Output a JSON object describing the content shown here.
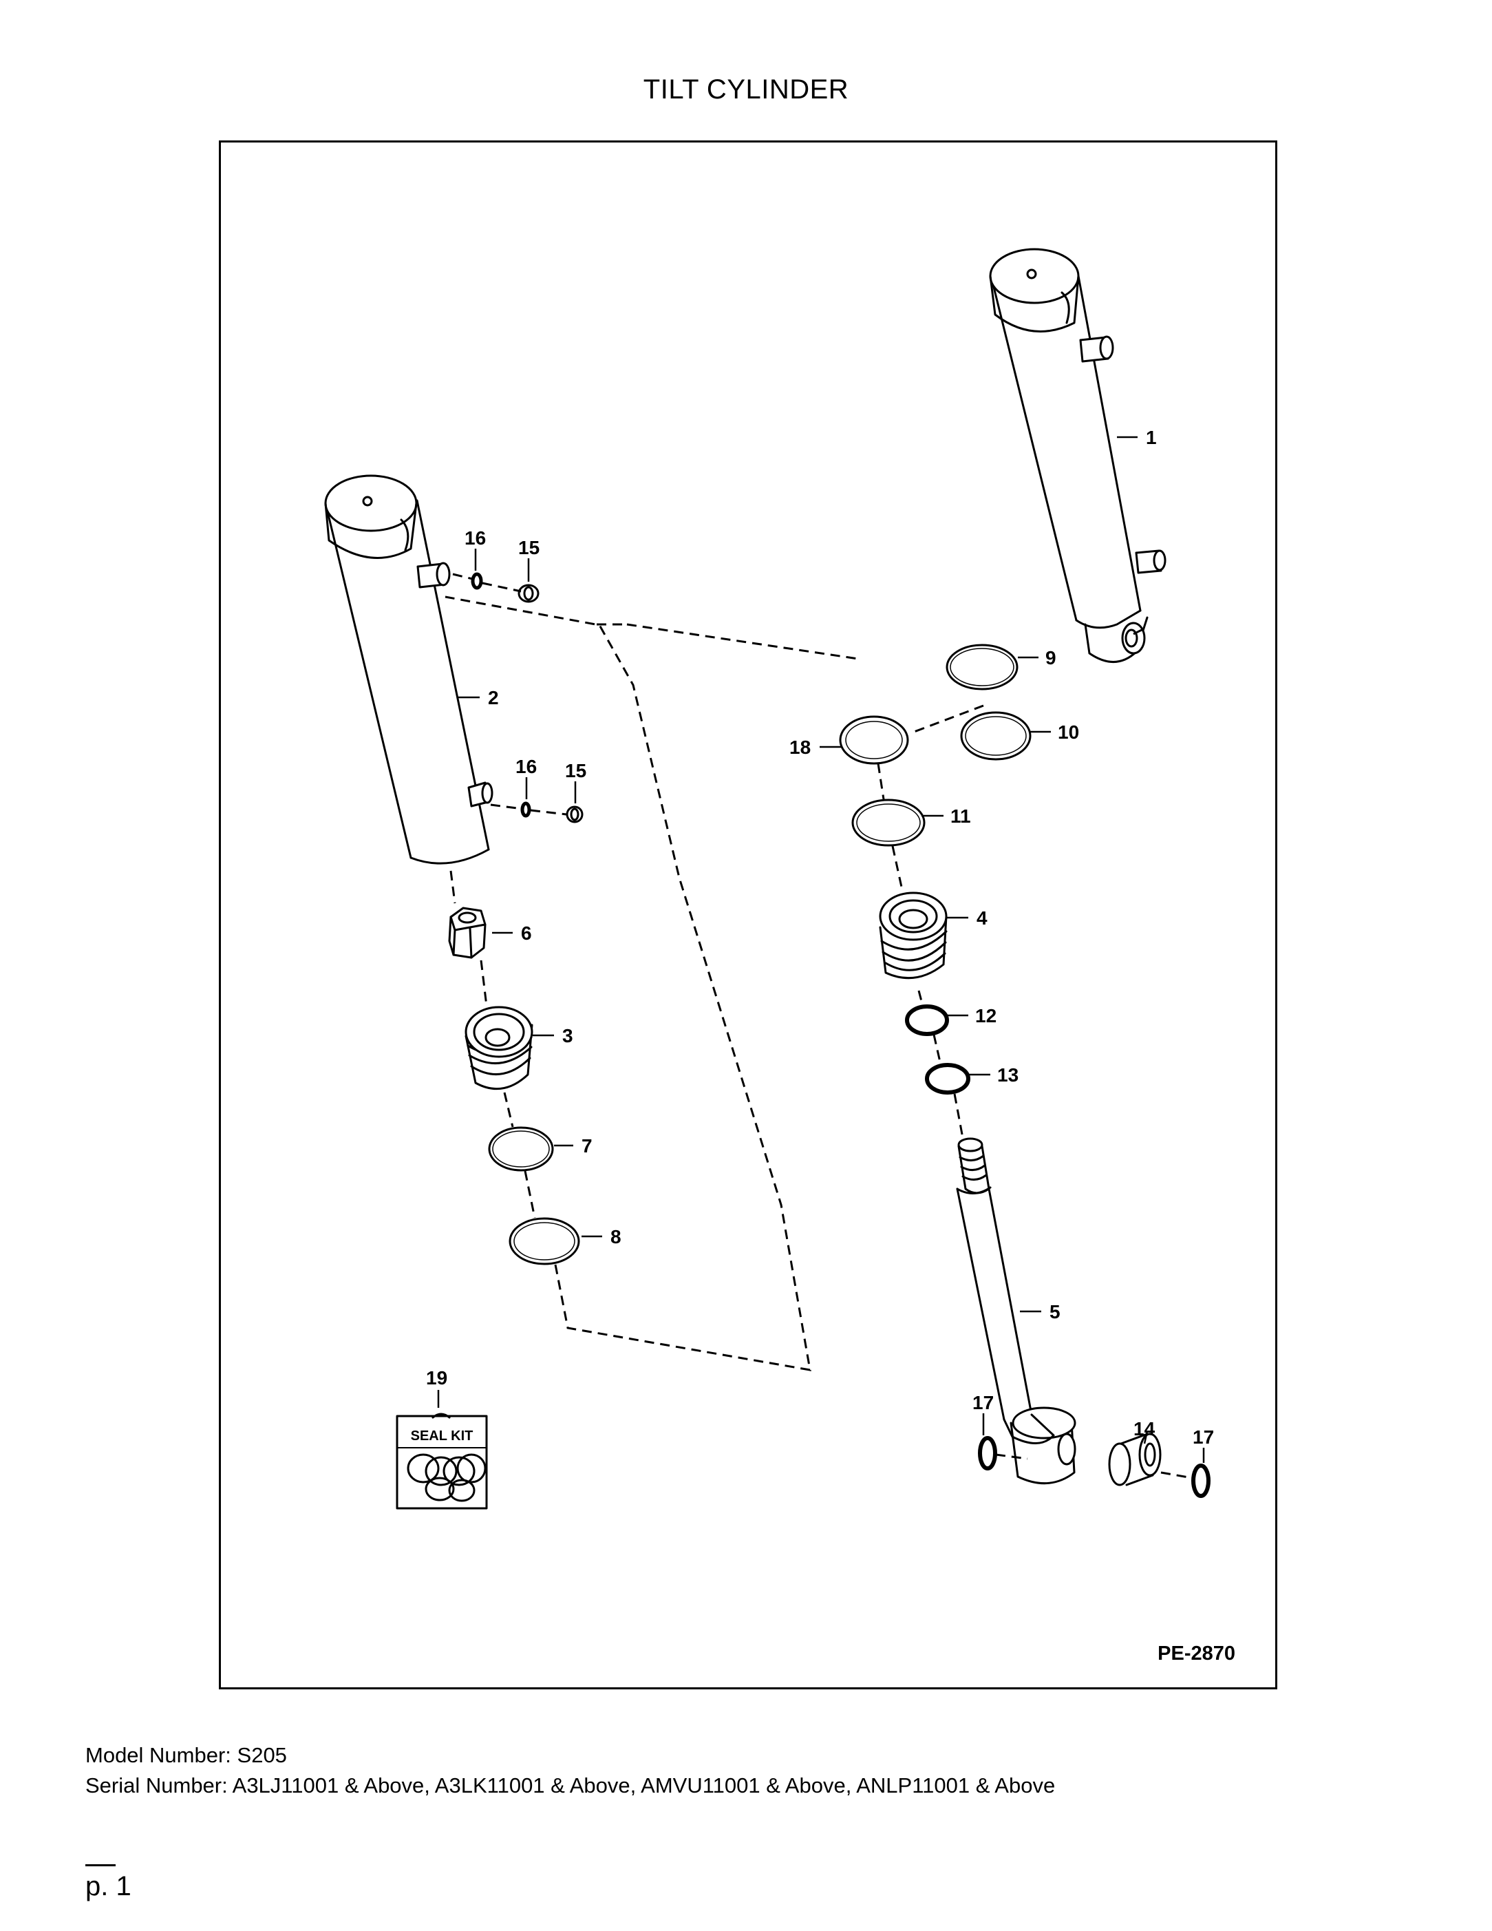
{
  "page": {
    "title": "TILT CYLINDER",
    "model_line": "Model Number: S205",
    "serial_line": "Serial Number: A3LJ11001 & Above, A3LK11001 & Above, AMVU11001 & Above, ANLP11001 & Above",
    "page_number": "p. 1"
  },
  "diagram": {
    "figure_code": "PE-2870",
    "seal_kit_label": "SEAL KIT",
    "callouts": {
      "c1": "1",
      "c2": "2",
      "c3": "3",
      "c4": "4",
      "c5": "5",
      "c6": "6",
      "c7": "7",
      "c8": "8",
      "c9": "9",
      "c10": "10",
      "c11": "11",
      "c12": "12",
      "c13": "13",
      "c14": "14",
      "c15a": "15",
      "c15b": "15",
      "c16a": "16",
      "c16b": "16",
      "c17a": "17",
      "c17b": "17",
      "c18": "18",
      "c19": "19"
    }
  }
}
